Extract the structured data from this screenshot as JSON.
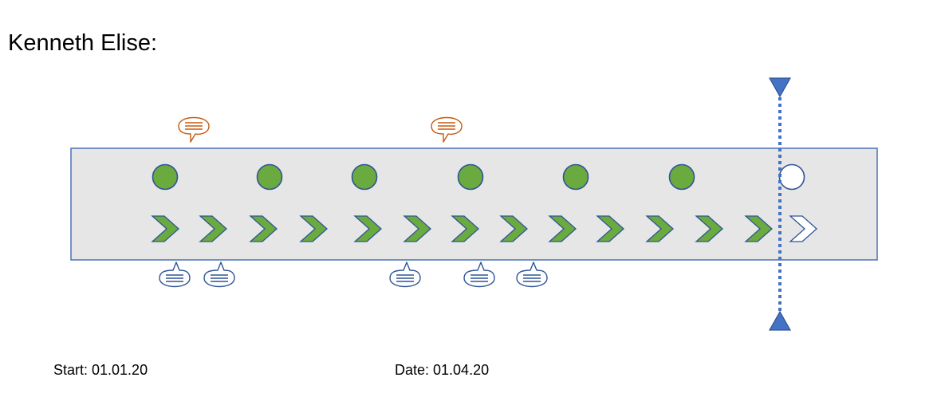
{
  "title": "Kenneth Elise:",
  "start_label": "Start: 01.01.20",
  "date_label": "Date: 01.04.20",
  "colors": {
    "track_fill": "#e6e6e6",
    "track_border": "#4a72b8",
    "milestone_done": "#6aaa3e",
    "milestone_border": "#2f5597",
    "chevron_done": "#6aaa3e",
    "chevron_border": "#2f5597",
    "comment_orange": "#c55a11",
    "comment_blue": "#2f5597",
    "today_marker": "#4472c4"
  },
  "milestones": [
    {
      "status": "done"
    },
    {
      "status": "done"
    },
    {
      "status": "done"
    },
    {
      "status": "done"
    },
    {
      "status": "done"
    },
    {
      "status": "done"
    },
    {
      "status": "open"
    }
  ],
  "steps": [
    {
      "status": "done"
    },
    {
      "status": "done"
    },
    {
      "status": "done"
    },
    {
      "status": "done"
    },
    {
      "status": "done"
    },
    {
      "status": "done"
    },
    {
      "status": "done"
    },
    {
      "status": "done"
    },
    {
      "status": "done"
    },
    {
      "status": "done"
    },
    {
      "status": "done"
    },
    {
      "status": "done"
    },
    {
      "status": "done"
    },
    {
      "status": "open"
    }
  ],
  "comments_above": [
    {
      "icon": "speech-bubble-icon",
      "color": "orange"
    },
    {
      "icon": "speech-bubble-icon",
      "color": "orange"
    }
  ],
  "comments_below": [
    {
      "icon": "speech-bubble-icon",
      "color": "blue"
    },
    {
      "icon": "speech-bubble-icon",
      "color": "blue"
    },
    {
      "icon": "speech-bubble-icon",
      "color": "blue"
    },
    {
      "icon": "speech-bubble-icon",
      "color": "blue"
    },
    {
      "icon": "speech-bubble-icon",
      "color": "blue"
    }
  ],
  "today_marker": {
    "icon": "today-line-icon"
  }
}
